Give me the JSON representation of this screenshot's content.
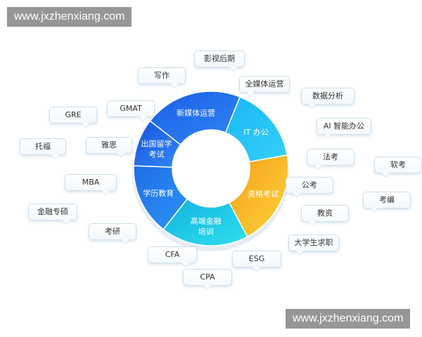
{
  "watermark": {
    "top": "www.jxzhenxiang.com",
    "bottom": "www.jxzhenxiang.com"
  },
  "ring": {
    "segments": [
      {
        "id": "media",
        "label": [
          "新媒体运营"
        ],
        "color_a": "#1b5fe6",
        "color_b": "#2f86f6",
        "start": -52,
        "end": 22
      },
      {
        "id": "it",
        "label": [
          "IT 办公"
        ],
        "color_a": "#18b7f2",
        "color_b": "#37d0fb",
        "start": 22,
        "end": 80
      },
      {
        "id": "cert",
        "label": [
          "资格考试"
        ],
        "color_a": "#f6a01d",
        "color_b": "#fcd33a",
        "start": 80,
        "end": 152
      },
      {
        "id": "finance",
        "label": [
          "高端金融",
          "培训"
        ],
        "color_a": "#12b2dd",
        "color_b": "#2ee0ee",
        "start": 152,
        "end": 218
      },
      {
        "id": "degree",
        "label": [
          "学历教育"
        ],
        "color_a": "#1f6ee6",
        "color_b": "#2c93f5",
        "start": 218,
        "end": 272
      },
      {
        "id": "abroad",
        "label": [
          "出国留学",
          "考试"
        ],
        "color_a": "#1952e0",
        "color_b": "#3088f3",
        "start": 272,
        "end": 308
      }
    ]
  },
  "bubbles": {
    "video_post": "影视后期",
    "writing": "写作",
    "allmedia": "全媒体运营",
    "data_analysis": "数据分析",
    "gre": "GRE",
    "gmat": "GMAT",
    "ai_office": "AI 智能办公",
    "toefl": "托福",
    "ielts": "雅思",
    "law_exam": "法考",
    "soft_exam": "软考",
    "mba": "MBA",
    "civil_exam": "公考",
    "staff_exam": "考编",
    "finance_master": "金融专硕",
    "teacher_cert": "教资",
    "postgrad": "考研",
    "job_hunt": "大学生求职",
    "cfa": "CFA",
    "esg": "ESG",
    "cpa": "CPA"
  }
}
